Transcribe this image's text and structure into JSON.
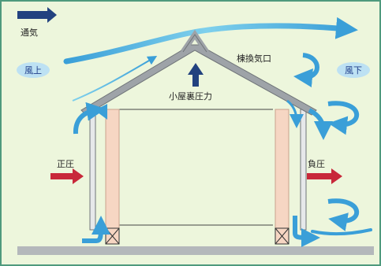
{
  "labels": {
    "ventilation_legend": "通気",
    "windward": "風上",
    "leeward": "風下",
    "ridge_vent": "棟換気口",
    "attic_pressure": "小屋裏圧力",
    "positive_pressure": "正圧",
    "negative_pressure": "負圧"
  },
  "colors": {
    "background": "#edf6dc",
    "frame": "#4f9a7d",
    "airflow": "#3a9fd8",
    "airflow_gradient_start": "#7fd0ec",
    "legend_arrow": "#22427f",
    "pressure_arrow": "#c8283a",
    "wall_stud": "#f6d6c3",
    "wall_stud_edge": "#c9a28e",
    "roof": "#9ea3a8",
    "roof_edge": "#6f7478",
    "ground": "#b4b8bb",
    "badge_fill": "#bde1f3"
  },
  "icons": {
    "legend": "dark-blue-arrow-right",
    "pressure": "red-arrow",
    "airflow": "blue-curved-arrow"
  }
}
